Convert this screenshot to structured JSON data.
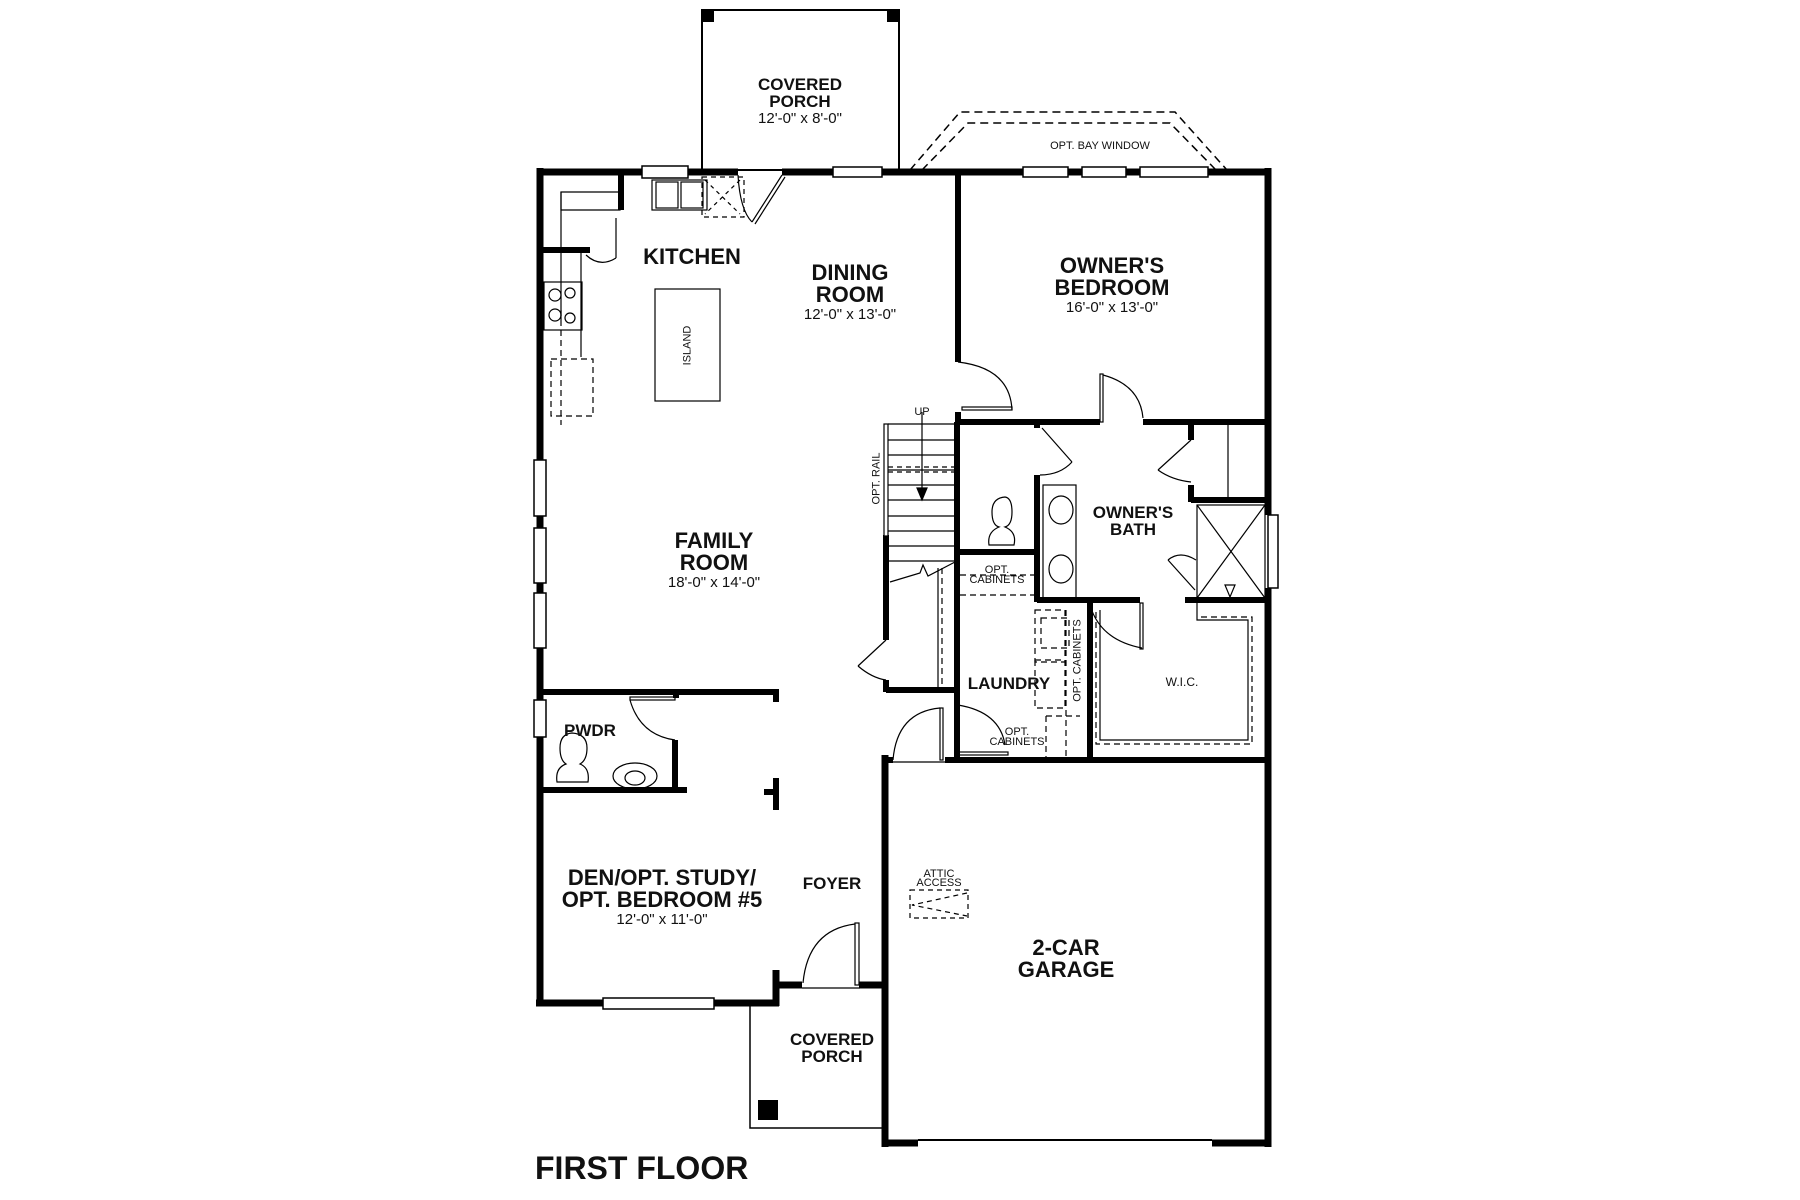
{
  "plan_title": "FIRST FLOOR",
  "rooms": {
    "rear_porch": {
      "name_line1": "COVERED",
      "name_line2": "PORCH",
      "dimensions": "12'-0\" x 8'-0\""
    },
    "bay_window": {
      "label": "OPT. BAY WINDOW"
    },
    "kitchen": {
      "name": "KITCHEN",
      "island_label": "ISLAND"
    },
    "dining": {
      "name_line1": "DINING",
      "name_line2": "ROOM",
      "dimensions": "12'-0\" x 13'-0\""
    },
    "owners_bedroom": {
      "name_line1": "OWNER'S",
      "name_line2": "BEDROOM",
      "dimensions": "16'-0\" x 13'-0\""
    },
    "stairs": {
      "up_label": "UP",
      "rail_label": "OPT. RAIL"
    },
    "family": {
      "name_line1": "FAMILY",
      "name_line2": "ROOM",
      "dimensions": "18'-0\" x 14'-0\""
    },
    "owners_bath": {
      "name_line1": "OWNER'S",
      "name_line2": "BATH"
    },
    "opt_cabinets_1": {
      "line1": "OPT.",
      "line2": "CABINETS"
    },
    "opt_cabinets_2": {
      "label": "OPT. CABINETS"
    },
    "opt_cabinets_3": {
      "line1": "OPT.",
      "line2": "CABINETS"
    },
    "laundry": {
      "name": "LAUNDRY"
    },
    "wic": {
      "name": "W.I.C."
    },
    "powder": {
      "name": "PWDR"
    },
    "den": {
      "name_line1": "DEN/OPT. STUDY/",
      "name_line2": "OPT. BEDROOM #5",
      "dimensions": "12'-0\" x 11'-0\""
    },
    "foyer": {
      "name": "FOYER"
    },
    "attic": {
      "line1": "ATTIC",
      "line2": "ACCESS"
    },
    "garage": {
      "name_line1": "2-CAR",
      "name_line2": "GARAGE"
    },
    "front_porch": {
      "name_line1": "COVERED",
      "name_line2": "PORCH"
    }
  },
  "colors": {
    "wall": "#000000",
    "background": "#ffffff",
    "line": "#111111"
  }
}
